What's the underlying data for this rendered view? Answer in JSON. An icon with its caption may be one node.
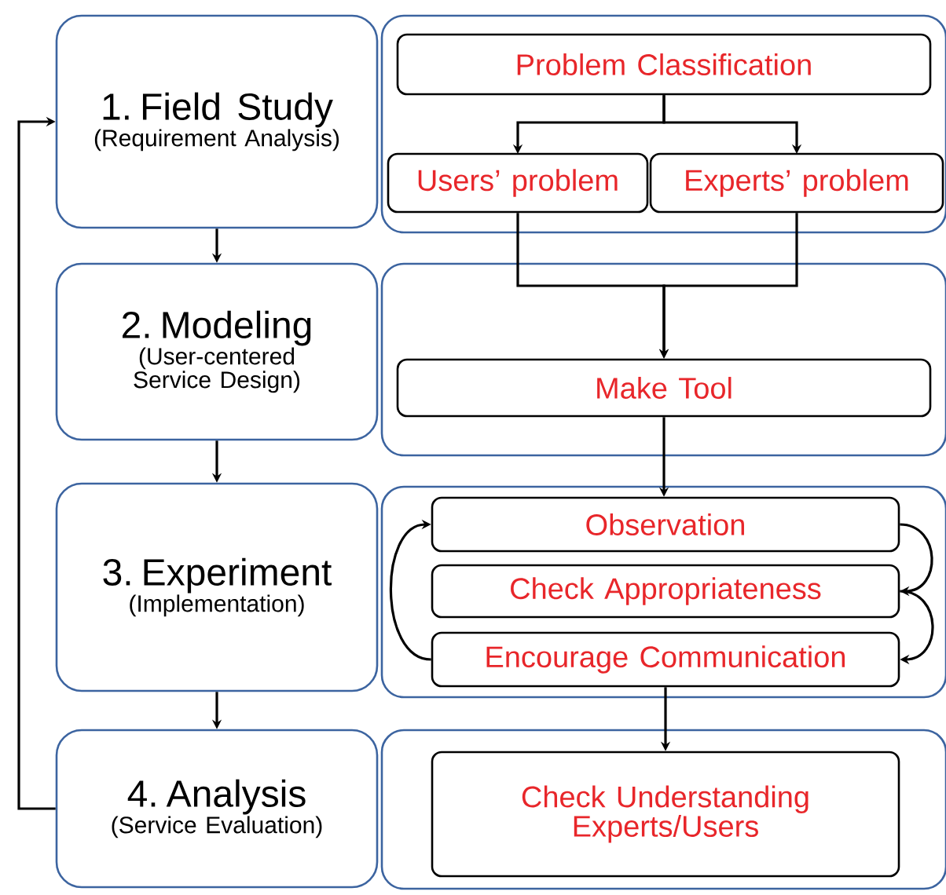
{
  "diagram": {
    "nodes": [
      {
        "text": [
          "1. Field Study",
          "(Requirement Analysis)"
        ]
      },
      {
        "text": [],
        "shape": "box"
      },
      {
        "text": [
          "Problem Classification"
        ],
        "in": 1
      },
      {
        "text": [
          "Users’ problem"
        ],
        "in": 1
      },
      {
        "text": [
          "Experts’ problem"
        ],
        "in": 1
      },
      {
        "text": [
          "2. Modeling",
          "(User-centered Service Design)"
        ]
      },
      {
        "text": [],
        "shape": "box"
      },
      {
        "text": [
          "Make Tool"
        ],
        "in": 6
      },
      {
        "text": [
          "3. Experiment",
          "(Implementation)"
        ]
      },
      {
        "text": [],
        "shape": "box"
      },
      {
        "text": [
          "Observation"
        ],
        "in": 9
      },
      {
        "text": [
          "Check Appropriateness"
        ],
        "in": 9
      },
      {
        "text": [
          "Encourage Communication"
        ],
        "in": 9
      },
      {
        "text": [
          "4. Analysis",
          "(Service Evaluation)"
        ]
      },
      {
        "text": [],
        "shape": "box"
      },
      {
        "text": [
          "Check Understanding Experts/Users"
        ],
        "in": 14
      }
    ],
    "edges": [
      {
        "from": 0,
        "to": 5,
        "arrow": "to"
      },
      {
        "from": 5,
        "to": 8,
        "arrow": "to"
      },
      {
        "from": 8,
        "to": 13,
        "arrow": "to"
      },
      {
        "from": 13,
        "to": 0,
        "arrow": "to"
      },
      {
        "from": 2,
        "to": 3,
        "arrow": "to"
      },
      {
        "from": 2,
        "to": 4,
        "arrow": "to"
      },
      {
        "from": 3,
        "to": 7,
        "arrow": "to"
      },
      {
        "from": 4,
        "to": 7,
        "arrow": "to"
      },
      {
        "from": 7,
        "to": 10,
        "arrow": "to"
      },
      {
        "from": 10,
        "to": 11,
        "arrow": "to"
      },
      {
        "from": 11,
        "to": 12,
        "arrow": "to"
      },
      {
        "from": 12,
        "to": 10,
        "arrow": "to"
      },
      {
        "from": 12,
        "to": 15,
        "arrow": "to"
      }
    ]
  }
}
